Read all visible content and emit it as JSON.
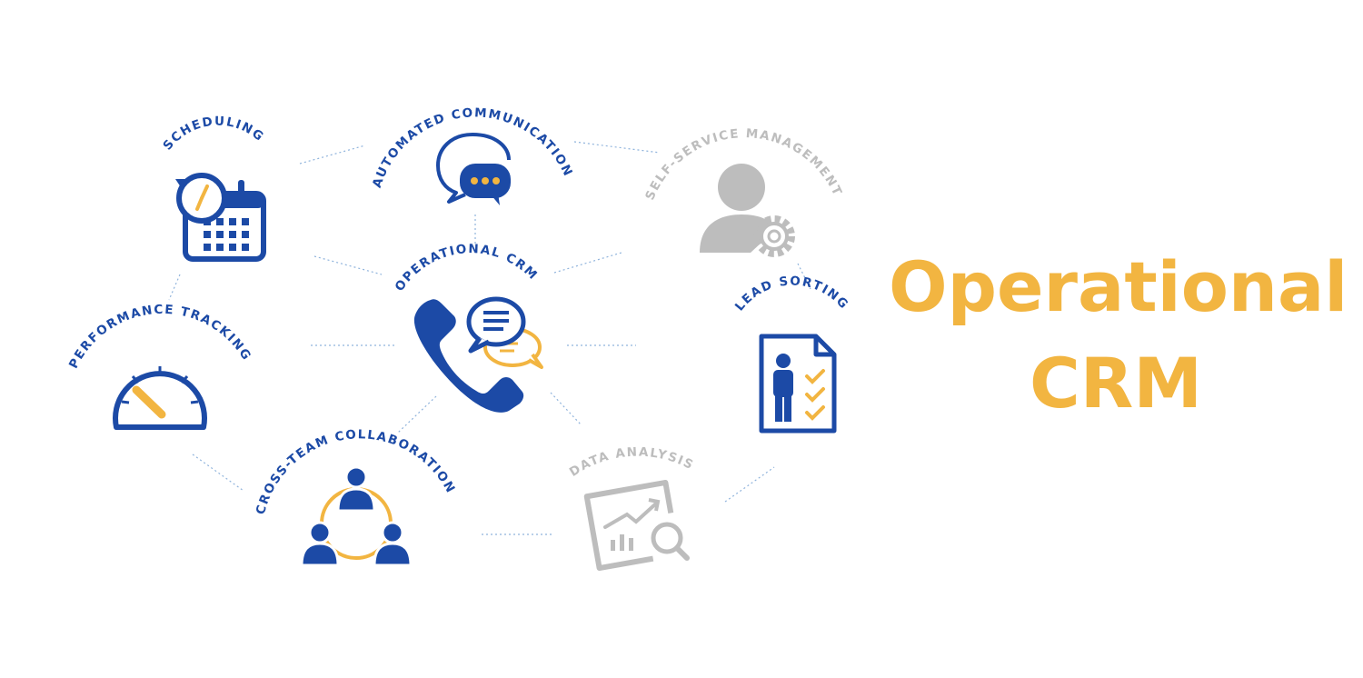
{
  "colors": {
    "blue": "#1c4aa6",
    "yellow": "#f2b541",
    "gray": "#bdbdbd",
    "connector": "#8fb3dc"
  },
  "title": {
    "line1": "Operational",
    "line2": "CRM"
  },
  "nodes": {
    "scheduling": {
      "label": "SCHEDULING",
      "icon": "calendar-clock-icon"
    },
    "automated_communication": {
      "label": "AUTOMATED COMMUNICATION",
      "icon": "chat-bubbles-icon"
    },
    "self_service_management": {
      "label": "SELF-SERVICE MANAGEMENT",
      "icon": "user-gear-icon"
    },
    "operational_crm": {
      "label": "OPERATIONAL CRM",
      "icon": "phone-chat-icon"
    },
    "lead_sorting": {
      "label": "LEAD SORTING",
      "icon": "person-checklist-icon"
    },
    "performance_tracking": {
      "label": "PERFORMANCE TRACKING",
      "icon": "speedometer-icon"
    },
    "cross_team_collaboration": {
      "label": "CROSS-TEAM COLLABORATION",
      "icon": "team-cycle-icon"
    },
    "data_analysis": {
      "label": "DATA ANALYSIS",
      "icon": "chart-magnifier-icon"
    }
  }
}
